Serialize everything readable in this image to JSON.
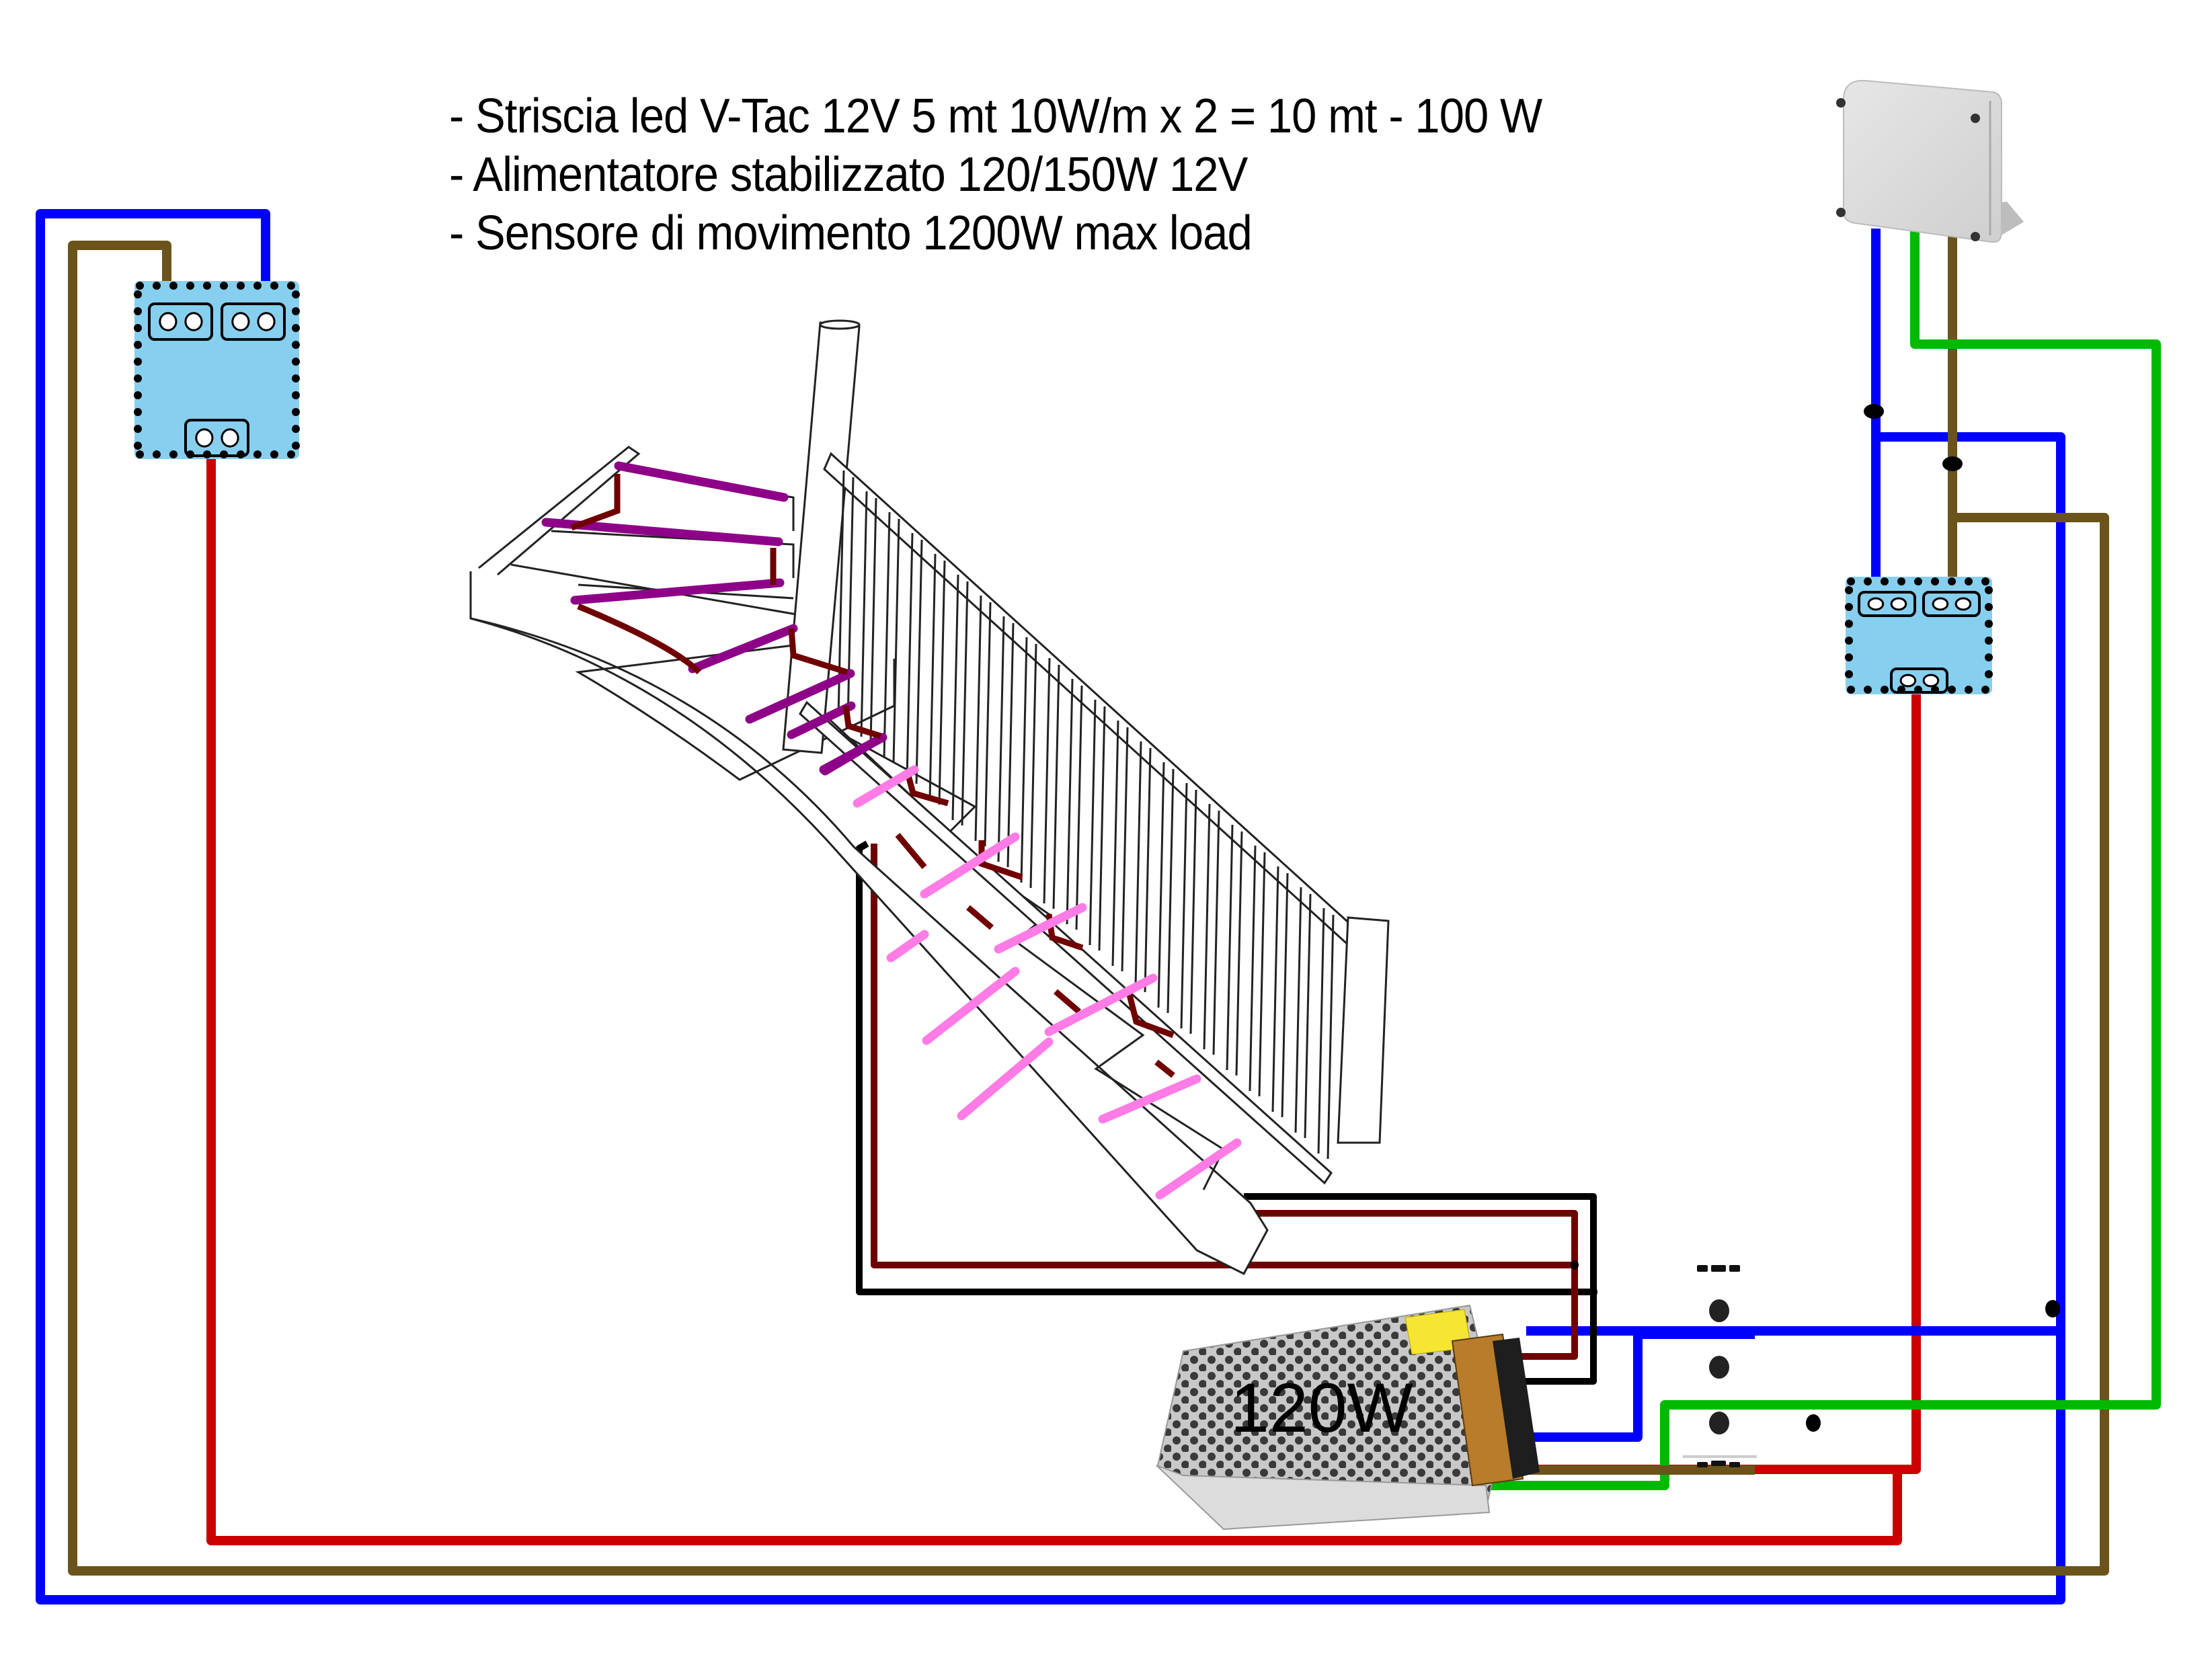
{
  "notes": [
    "- Striscia led V-Tac 12V 5 mt 10W/m x 2 = 10 mt - 100 W",
    "- Alimentatore stabilizzato 120/150W 12V",
    "- Sensore di movimento 1200W max load"
  ],
  "power_supply": {
    "label": "120W"
  },
  "colors": {
    "phase_blue": "#0000ff",
    "neutral_brown": "#6b541b",
    "earth_green": "#00b900",
    "switched_red": "#cc0000",
    "dc_positive_darkred": "#700000",
    "dc_negative_black": "#000000",
    "led_strip_upper": "#8e0088",
    "led_strip_lower": "#ff7ce6",
    "sensor_box_fill": "#87cfef",
    "junction_box_grey": "#d9d9d9"
  },
  "components": {
    "left_sensor": "motion-sensor-box",
    "right_sensor": "motion-sensor-box",
    "junction_box": "junction-box",
    "psu": "power-supply",
    "terminal_block": "three-pole-terminal"
  }
}
